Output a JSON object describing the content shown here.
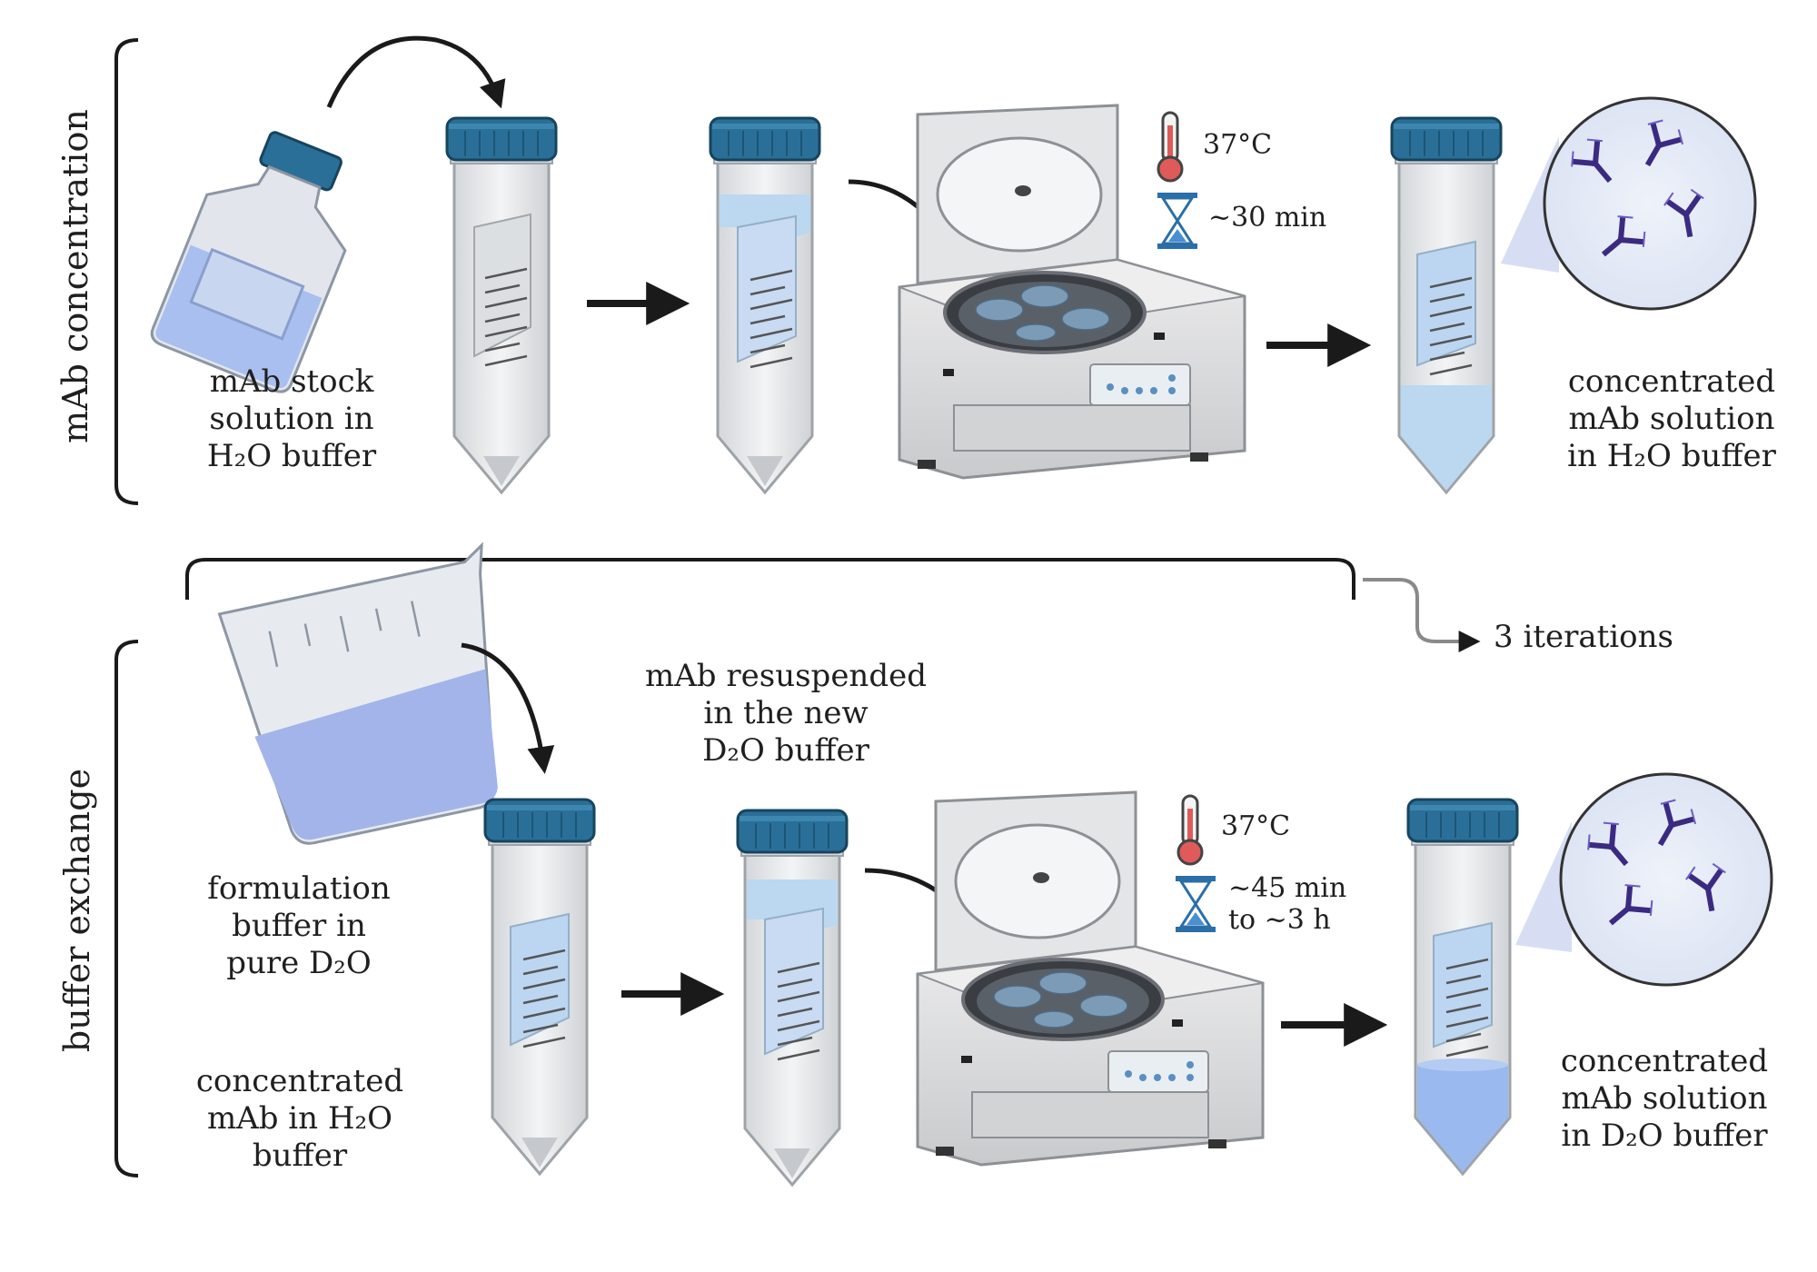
{
  "sections": {
    "concentration": "mAb concentration",
    "exchange": "buffer exchange"
  },
  "top": {
    "stock_label": [
      "mAb stock",
      "solution in",
      "H₂O buffer"
    ],
    "temperature": "37°C",
    "time": "~30 min",
    "result_label": [
      "concentrated",
      "mAb solution",
      "in H₂O buffer"
    ]
  },
  "bottom": {
    "beaker_label": [
      "formulation",
      "buffer in",
      "pure D₂O"
    ],
    "tube_label": [
      "concentrated",
      "mAb in H₂O",
      "buffer"
    ],
    "resuspended_label": [
      "mAb resuspended",
      "in the new",
      "D₂O buffer"
    ],
    "temperature": "37°C",
    "time": [
      "~45 min",
      "to ~3 h"
    ],
    "result_label": [
      "concentrated",
      "mAb solution",
      "in D₂O buffer"
    ],
    "iterations": "3 iterations"
  },
  "colors": {
    "cap": "#2a6f97",
    "tube": "#e6e8ea",
    "liquid_light": "#bcd7f0",
    "liquid_d2o": "#9ab9ee",
    "antibody": "#3b2a82",
    "centrifuge": "#d9dadc",
    "arrow": "#1a1a1a"
  }
}
